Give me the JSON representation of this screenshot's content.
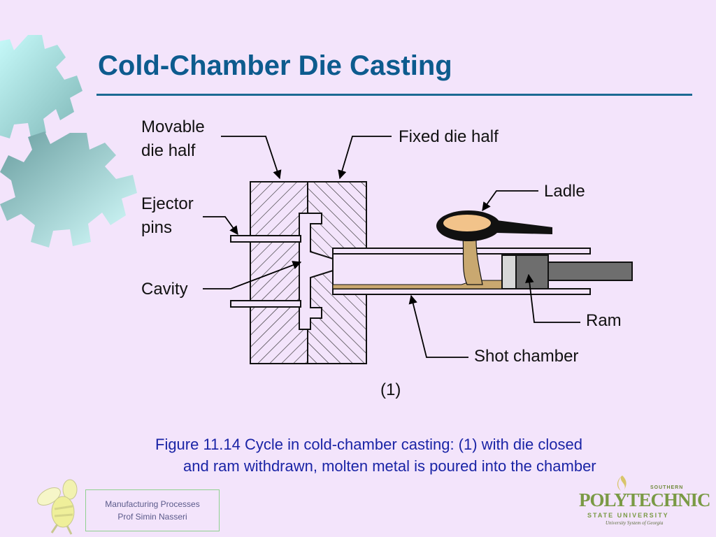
{
  "slide": {
    "title": "Cold-Chamber Die Casting",
    "caption_line1": "Figure 11.14  Cycle in cold-chamber casting: (1) with die closed",
    "caption_line2": "and ram withdrawn, molten metal is poured into the chamber"
  },
  "diagram": {
    "label_movable_1": "Movable",
    "label_movable_2": "die half",
    "label_fixed": "Fixed die half",
    "label_ladle": "Ladle",
    "label_ejector_1": "Ejector",
    "label_ejector_2": "pins",
    "label_cavity": "Cavity",
    "label_ram": "Ram",
    "label_shot": "Shot chamber",
    "label_step": "(1)"
  },
  "footer": {
    "line1": "Manufacturing Processes",
    "line2": "Prof Simin Nasseri"
  },
  "logo": {
    "top": "SOUTHERN",
    "name": "POLYTECHNIC",
    "state": "STATE UNIVERSITY",
    "system": "University System of Georgia"
  },
  "colors": {
    "title": "#0d5b8e",
    "caption": "#1a24a6",
    "background": "#f3e4fb",
    "molten_metal": "#f2c38a"
  },
  "icons": [
    "gear-icon",
    "gear-icon",
    "bee-mascot-icon",
    "flame-icon"
  ]
}
